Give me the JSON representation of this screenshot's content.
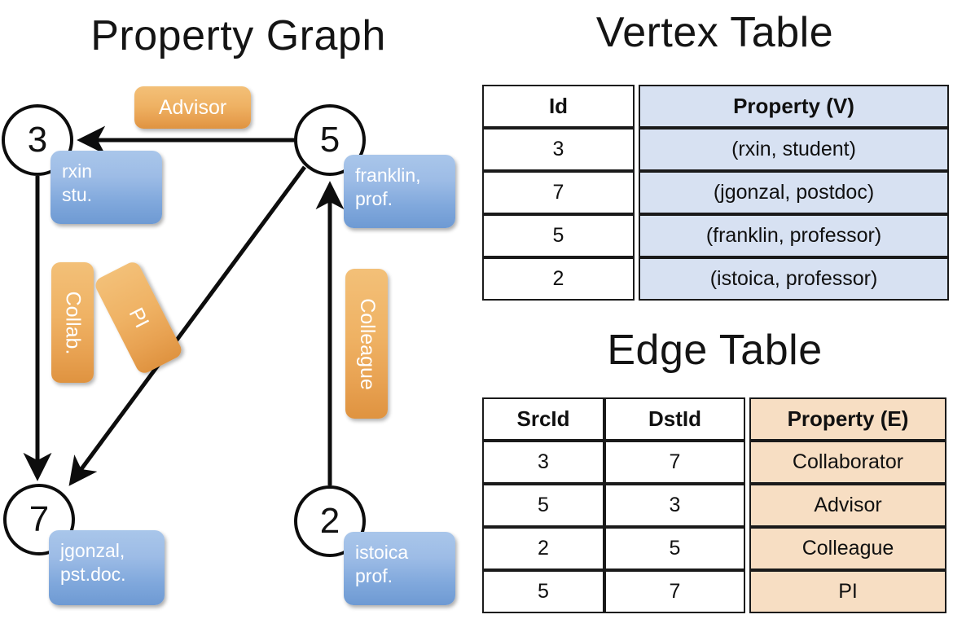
{
  "panels": {
    "graph_title": "Property Graph",
    "vertex_title": "Vertex Table",
    "edge_title": "Edge Table"
  },
  "graph": {
    "nodes": [
      {
        "id": "3",
        "property_lines": "rxin\nstu."
      },
      {
        "id": "5",
        "property_lines": "franklin,\nprof."
      },
      {
        "id": "7",
        "property_lines": "jgonzal,\npst.doc."
      },
      {
        "id": "2",
        "property_lines": "istoica\nprof."
      }
    ],
    "node_3_label": "3",
    "node_5_label": "5",
    "node_7_label": "7",
    "node_2_label": "2",
    "prop_3_line1": "rxin",
    "prop_3_line2": "stu.",
    "prop_5_line1": "franklin,",
    "prop_5_line2": "prof.",
    "prop_7_line1": "jgonzal,",
    "prop_7_line2": "pst.doc.",
    "prop_2_line1": "istoica",
    "prop_2_line2": "prof.",
    "edge_labels": {
      "advisor": "Advisor",
      "collaborator": "Collab.",
      "pi": "PI",
      "colleague": "Colleague"
    },
    "edges": [
      {
        "src": "5",
        "dst": "3",
        "label": "Advisor"
      },
      {
        "src": "3",
        "dst": "7",
        "label": "Collab."
      },
      {
        "src": "5",
        "dst": "7",
        "label": "PI"
      },
      {
        "src": "2",
        "dst": "5",
        "label": "Colleague"
      }
    ]
  },
  "vertex_table": {
    "headers": [
      "Id",
      "Property (V)"
    ],
    "rows": [
      {
        "id": "3",
        "property": "(rxin, student)"
      },
      {
        "id": "7",
        "property": "(jgonzal, postdoc)"
      },
      {
        "id": "5",
        "property": "(franklin, professor)"
      },
      {
        "id": "2",
        "property": "(istoica, professor)"
      }
    ],
    "header_id": "Id",
    "header_property": "Property (V)",
    "r0_id": "3",
    "r0_prop": "(rxin, student)",
    "r1_id": "7",
    "r1_prop": "(jgonzal, postdoc)",
    "r2_id": "5",
    "r2_prop": "(franklin, professor)",
    "r3_id": "2",
    "r3_prop": "(istoica, professor)"
  },
  "edge_table": {
    "headers": [
      "SrcId",
      "DstId",
      "Property (E)"
    ],
    "rows": [
      {
        "src": "3",
        "dst": "7",
        "property": "Collaborator"
      },
      {
        "src": "5",
        "dst": "3",
        "property": "Advisor"
      },
      {
        "src": "2",
        "dst": "5",
        "property": "Colleague"
      },
      {
        "src": "5",
        "dst": "7",
        "property": "PI"
      }
    ],
    "header_src": "SrcId",
    "header_dst": "DstId",
    "header_property": "Property (E)",
    "r0_src": "3",
    "r0_dst": "7",
    "r0_prop": "Collaborator",
    "r1_src": "5",
    "r1_dst": "3",
    "r1_prop": "Advisor",
    "r2_src": "2",
    "r2_dst": "5",
    "r2_prop": "Colleague",
    "r3_src": "5",
    "r3_dst": "7",
    "r3_prop": "PI"
  },
  "colors": {
    "vertex_property_fill": "#d7e1f2",
    "edge_property_fill": "#f7dec3",
    "node_property_box": "#89aee0",
    "edge_label_chip": "#eaa css",
    "edge_label_chip_hex": "#eca95a",
    "stroke": "#111111",
    "background": "#ffffff"
  }
}
